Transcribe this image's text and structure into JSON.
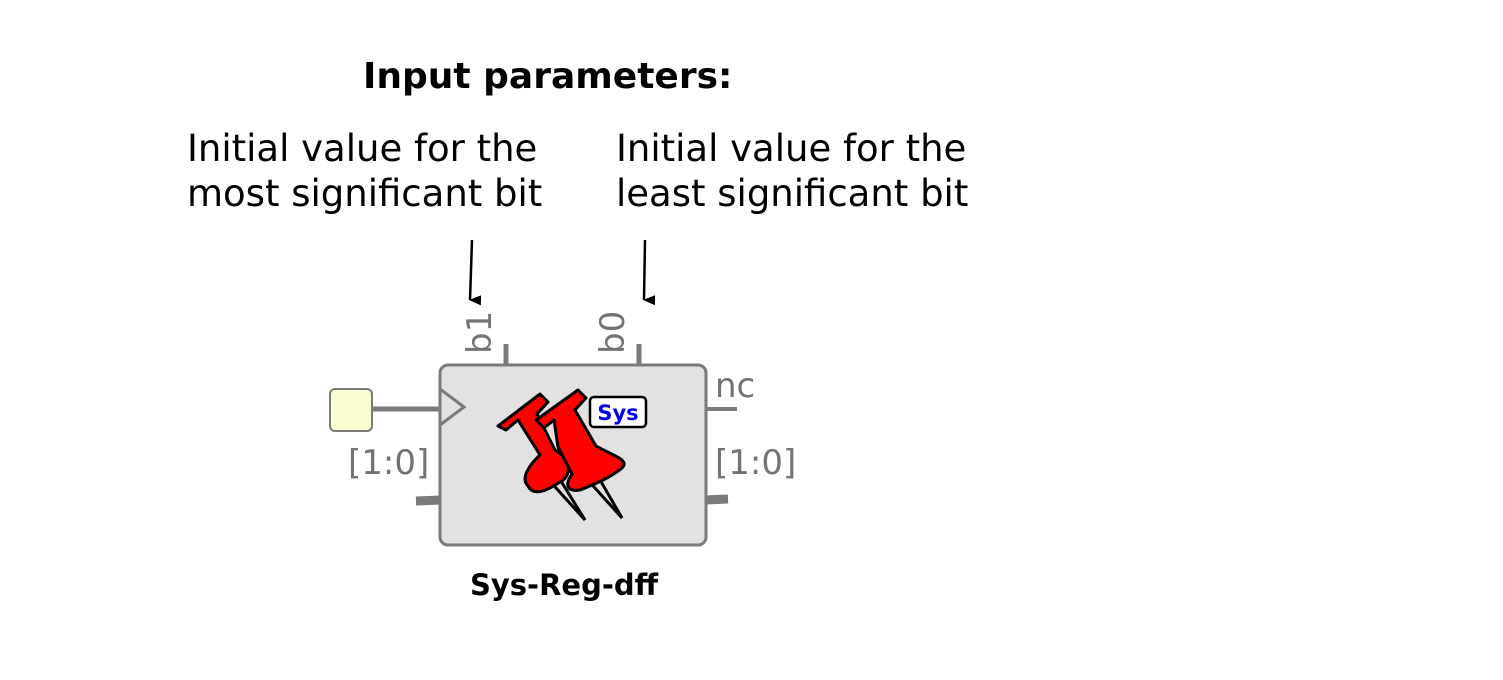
{
  "heading": "Input parameters:",
  "params": [
    {
      "text": "Initial value for the\nmost significant bit",
      "pin": "b1"
    },
    {
      "text": "Initial value for the\nleast significant bit",
      "pin": "b0"
    }
  ],
  "block": {
    "name": "Sys-Reg-dff",
    "input_width_label": "[1:0]",
    "output_width_label": "[1:0]",
    "nc_label": "nc",
    "badge": "Sys",
    "icon": "pushpin-icon"
  },
  "colors": {
    "block_fill": "#e2e2e2",
    "block_stroke": "#7a7a7a",
    "input_box_fill": "#fcfcd2",
    "pin_red": "#ff0000",
    "badge_text": "#0000ee"
  }
}
